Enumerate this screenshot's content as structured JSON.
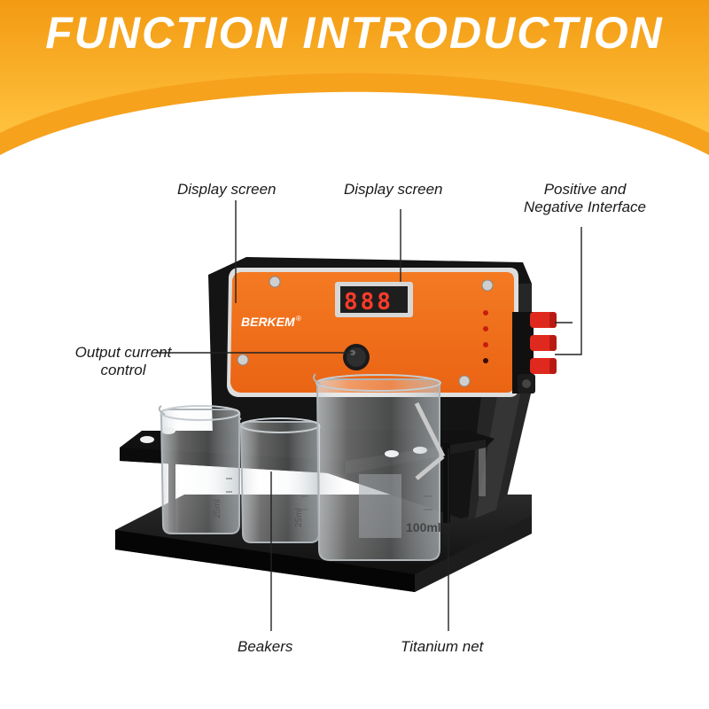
{
  "banner": {
    "title": "FUNCTION  INTRODUCTION",
    "colors": {
      "outer": "#f6a21d",
      "inner": "#ffc94d"
    }
  },
  "callouts": {
    "display_screen_left": "Display screen",
    "display_screen_center": "Display screen",
    "interface_line1": "Positive and",
    "interface_line2": "Negative Interface",
    "output_line1": "Output current",
    "output_line2": "control",
    "beakers": "Beakers",
    "titanium_net": "Titanium net"
  },
  "device": {
    "brand": "BERKEM",
    "brand_mark": "®",
    "display_digits": "888",
    "beaker_labels": {
      "small_1": "25ml",
      "small_2": "25ml",
      "large": "100ml"
    },
    "colors": {
      "panel": "#f3711f",
      "body": "#141414",
      "terminal": "#e0291e"
    }
  },
  "product_image_icon": "electrolysis-device-photo"
}
